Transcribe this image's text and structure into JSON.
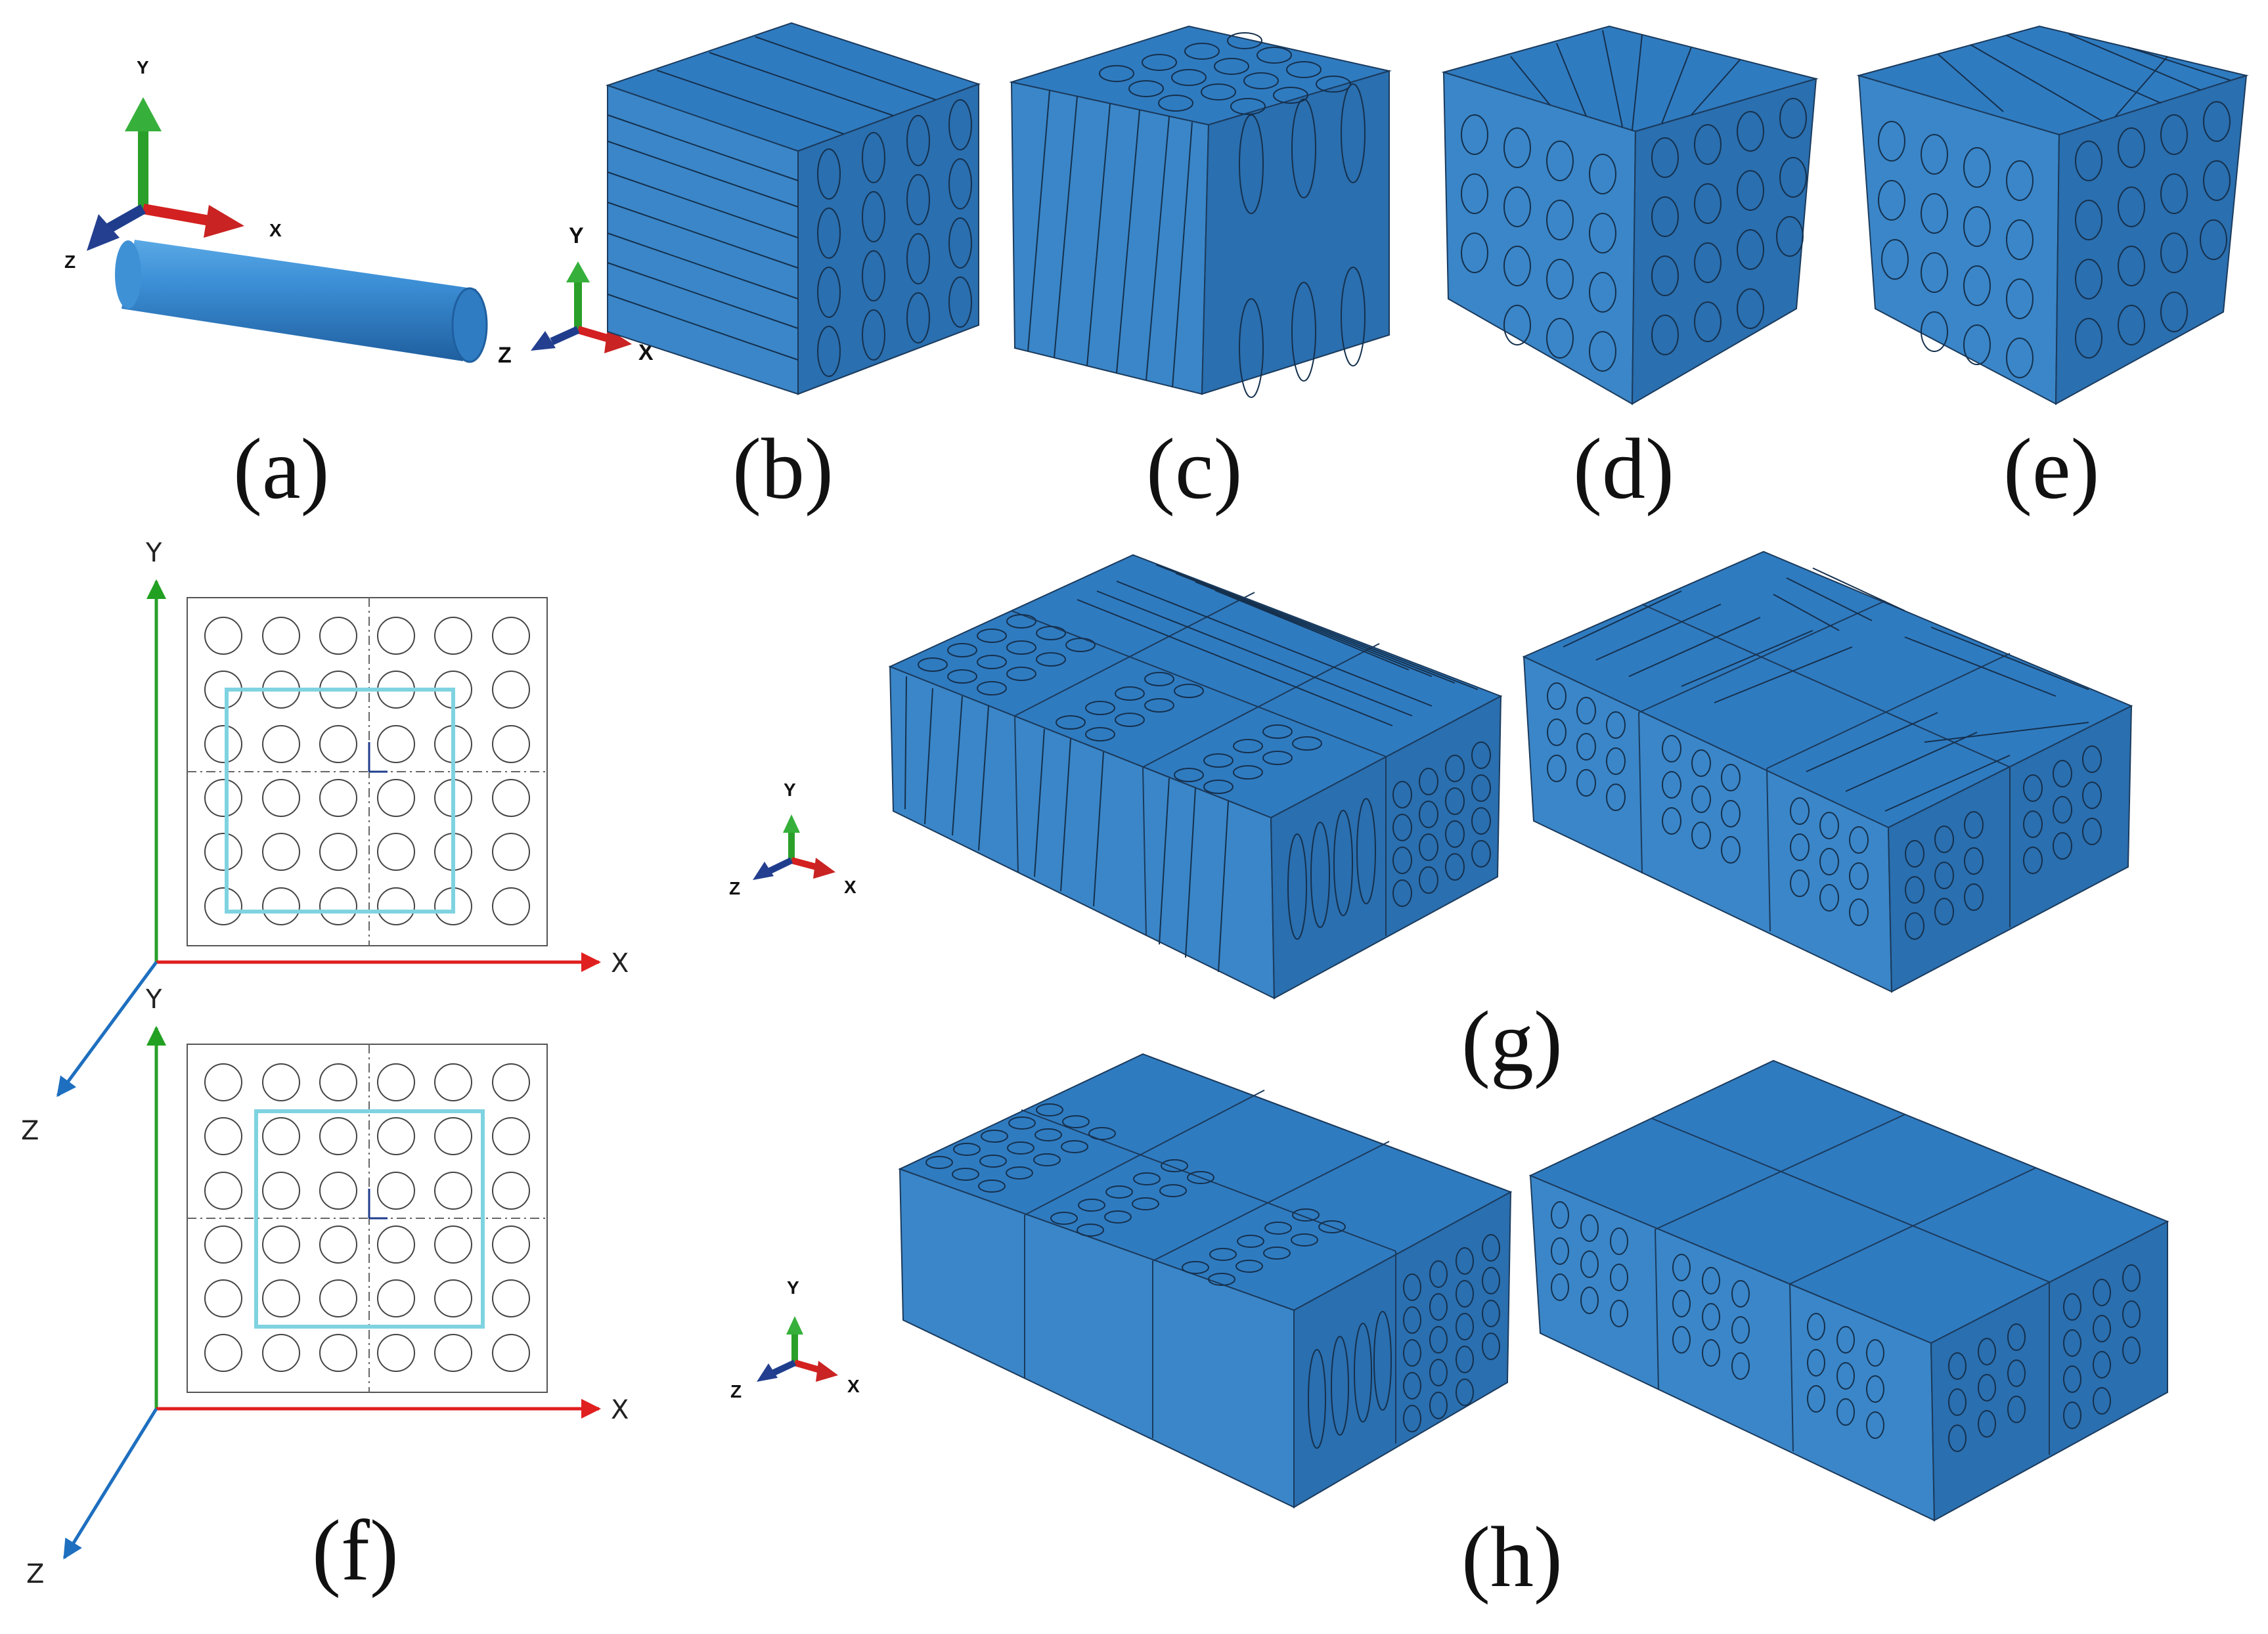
{
  "figure": {
    "panel_labels": [
      "(a)",
      "(b)",
      "(c)",
      "(d)",
      "(e)",
      "(f)",
      "(g)",
      "(h)"
    ],
    "axis_labels": {
      "x": "X",
      "y": "Y",
      "z": "Z"
    }
  },
  "colors": {
    "face_left": "#3a86c8",
    "face_top": "#2f7bc0",
    "face_right": "#2a6faf",
    "edge": "#1b3a5c",
    "fiber_line": "#15304d",
    "axis_x": "#d32020",
    "axis_y": "#2aa02a",
    "axis_z": "#1e6fbf",
    "triad_z": "#1f3d8c",
    "rve_box": "#7fd3e0",
    "grid": "#555555"
  }
}
